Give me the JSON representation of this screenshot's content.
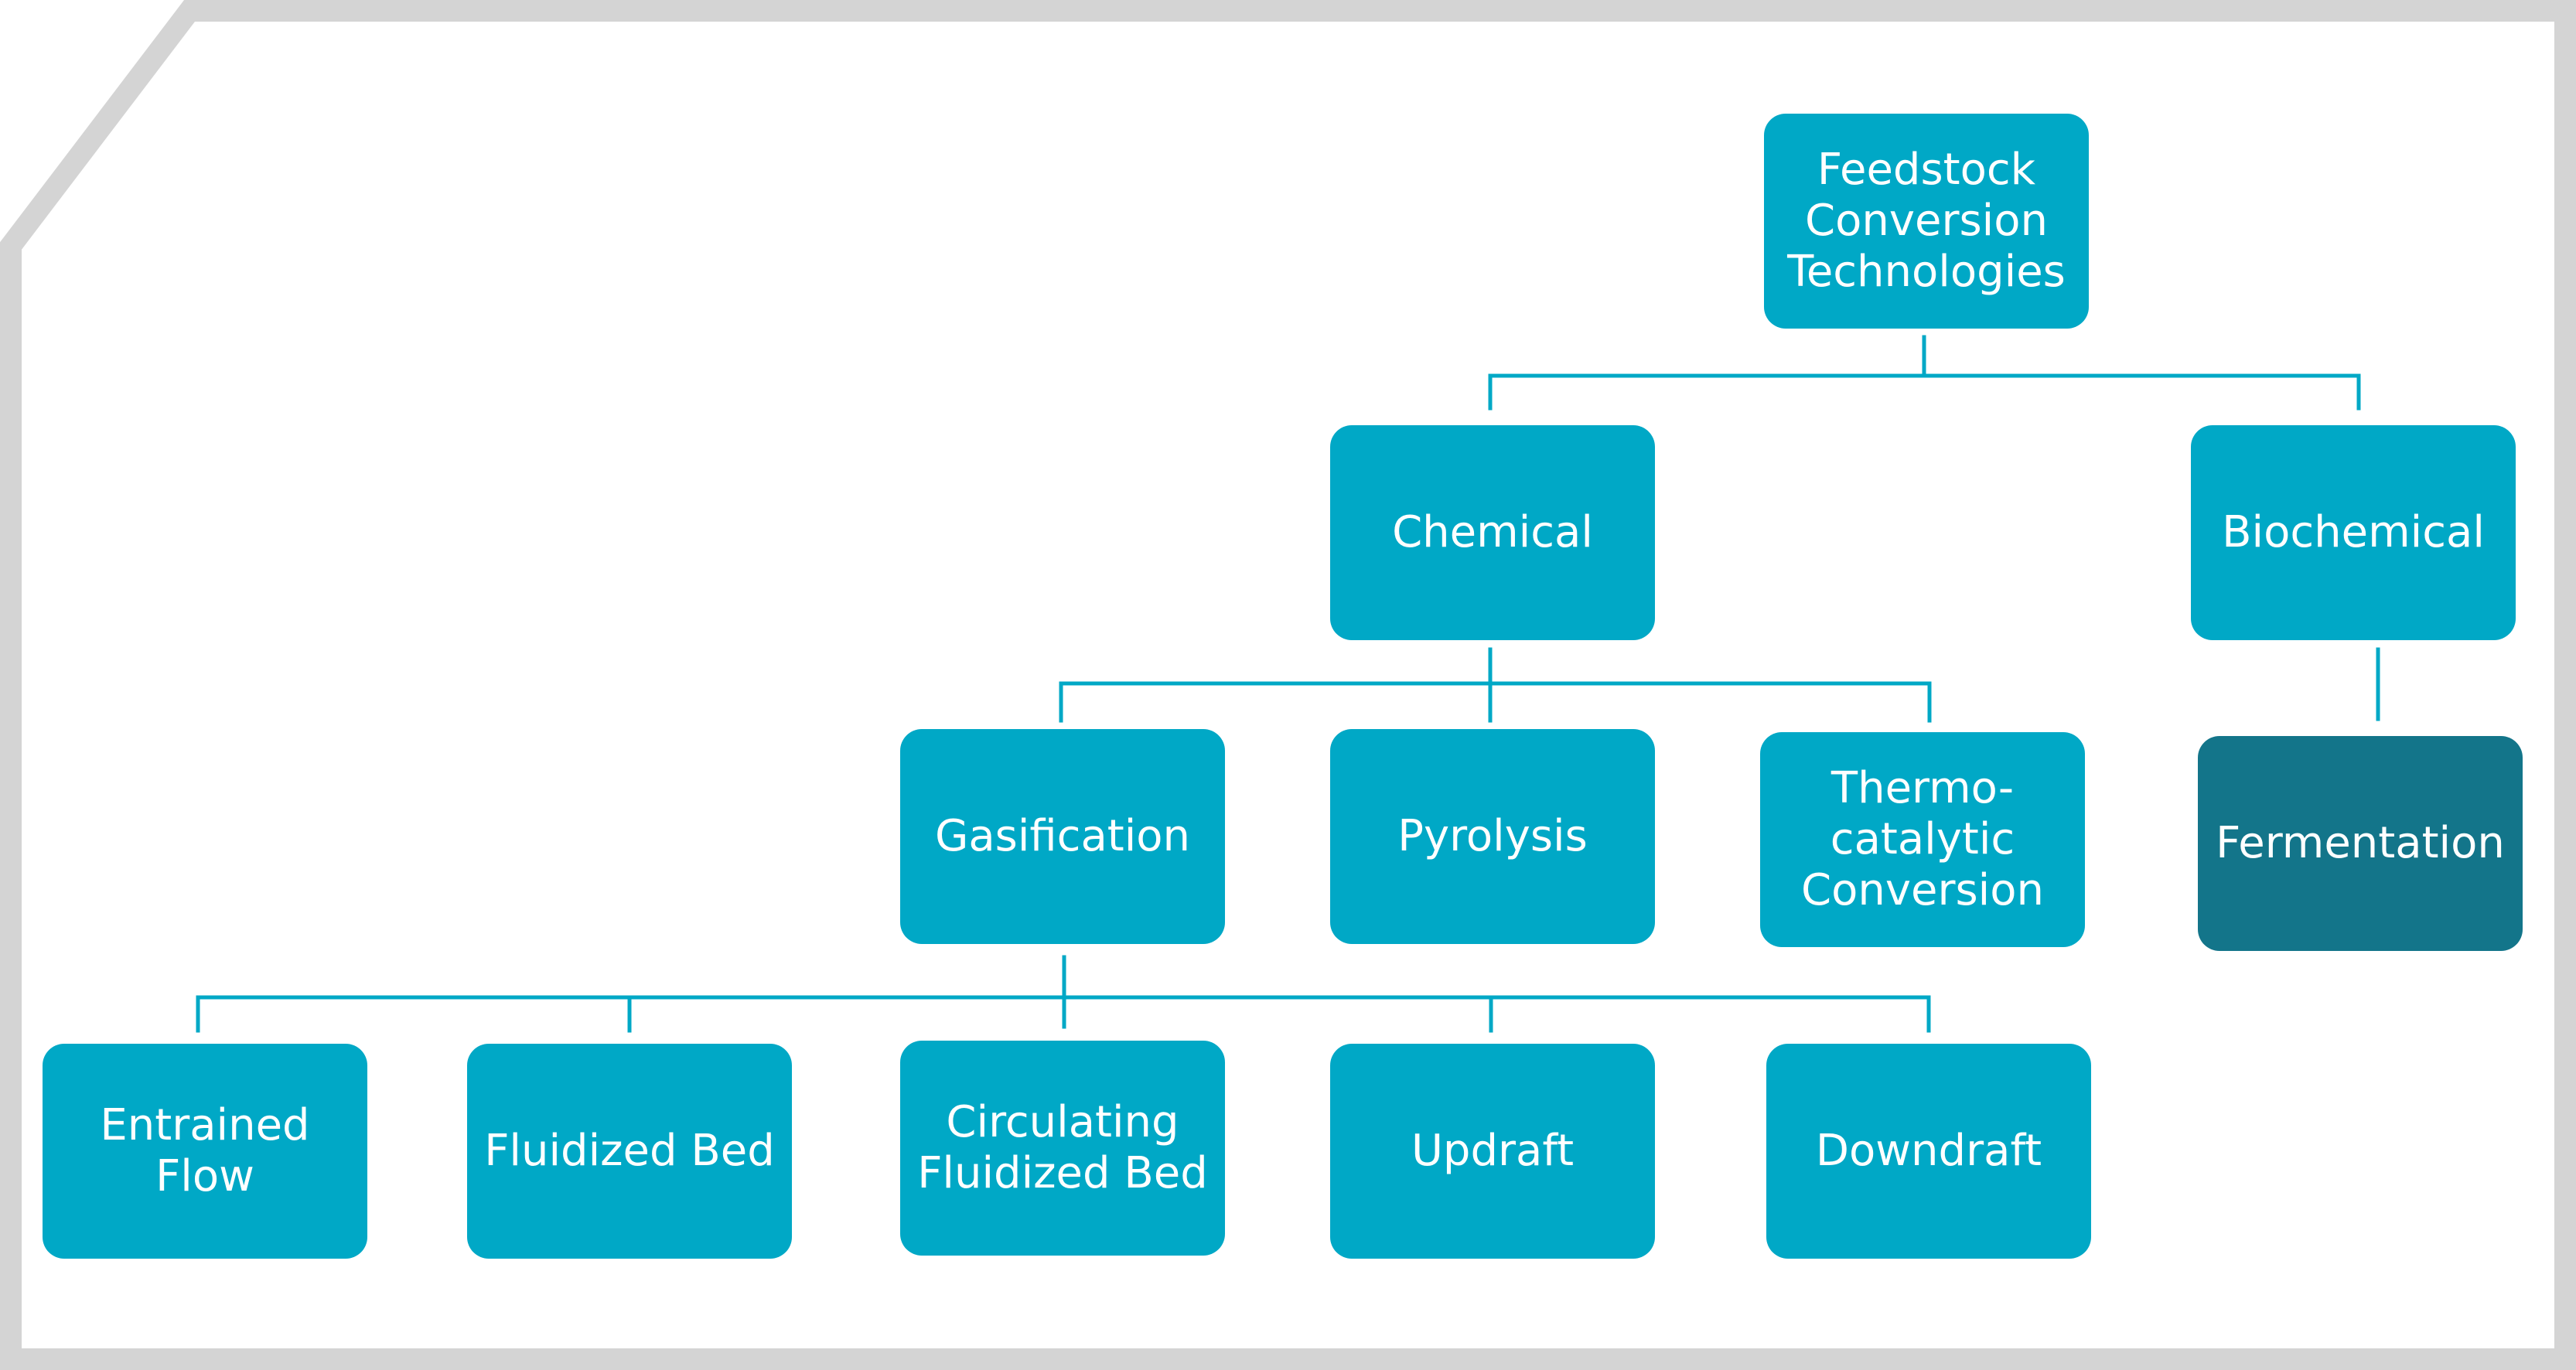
{
  "colors": {
    "border": "#d4d4d4",
    "node": "#00a8c6",
    "node_dark": "#13758a",
    "connector": "#00a8c6",
    "text": "#ffffff"
  },
  "nodes": {
    "root": {
      "label": "Feedstock\nConversion\nTechnologies"
    },
    "chemical": {
      "label": "Chemical"
    },
    "biochemical": {
      "label": "Biochemical"
    },
    "gasification": {
      "label": "Gasification"
    },
    "pyrolysis": {
      "label": "Pyrolysis"
    },
    "thermocatalytic": {
      "label": "Thermo-\ncatalytic\nConversion"
    },
    "fermentation": {
      "label": "Fermentation"
    },
    "entrained_flow": {
      "label": "Entrained\nFlow"
    },
    "fluidized_bed": {
      "label": "Fluidized Bed"
    },
    "circulating_fluidized_bed": {
      "label": "Circulating\nFluidized Bed"
    },
    "updraft": {
      "label": "Updraft"
    },
    "downdraft": {
      "label": "Downdraft"
    }
  }
}
